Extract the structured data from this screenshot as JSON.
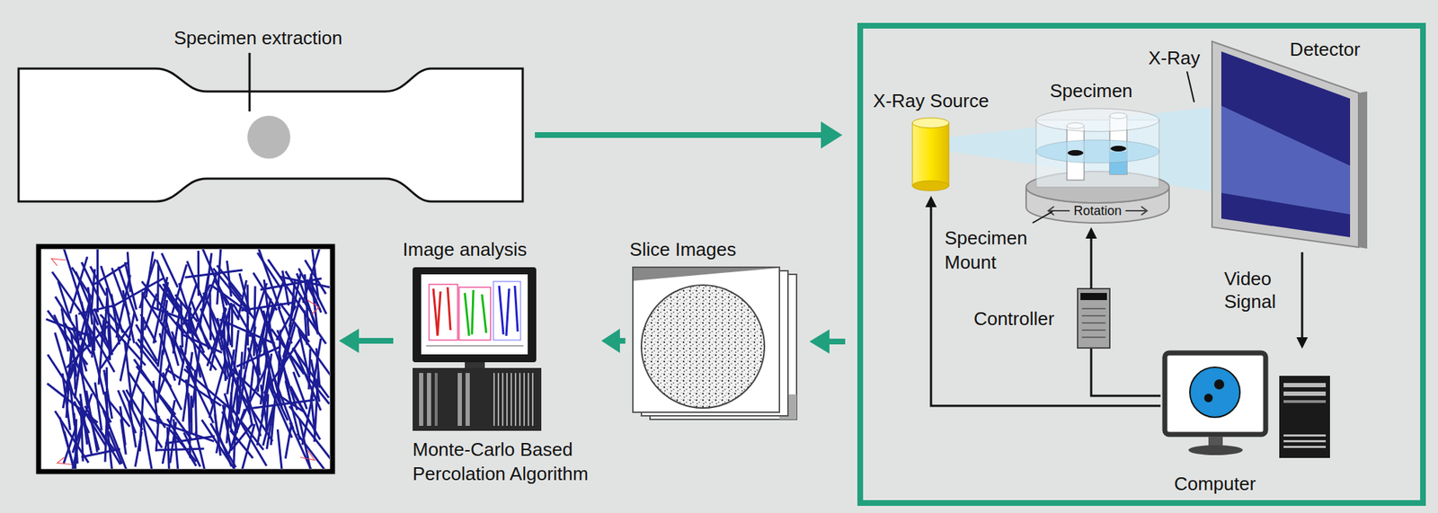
{
  "diagram": {
    "nodes": [
      {
        "text": [
          "Specimen extraction"
        ]
      },
      {
        "text": [
          "X-Ray Source"
        ]
      },
      {
        "text": [
          "Specimen",
          "Rotation"
        ]
      },
      {
        "text": [
          "Detector"
        ]
      },
      {
        "text": [
          "Controller"
        ]
      },
      {
        "text": [
          "Computer"
        ]
      },
      {
        "text": [
          "Slice Images"
        ]
      },
      {
        "text": [
          "Image analysis",
          "Monte-Carlo Based Percolation Algorithm"
        ]
      }
    ],
    "edges": [
      {
        "from": 3,
        "to": 5,
        "arrow": "to",
        "label": "Video Signal"
      },
      {
        "from": 5,
        "to": 1,
        "arrow": "to"
      },
      {
        "from": 4,
        "to": 5,
        "arrow": "none"
      },
      {
        "from": 4,
        "to": 2,
        "arrow": "to"
      },
      {
        "from": 6,
        "to": 7,
        "arrow": "to"
      }
    ],
    "labels": [
      "X-Ray",
      "Specimen Mount"
    ]
  }
}
